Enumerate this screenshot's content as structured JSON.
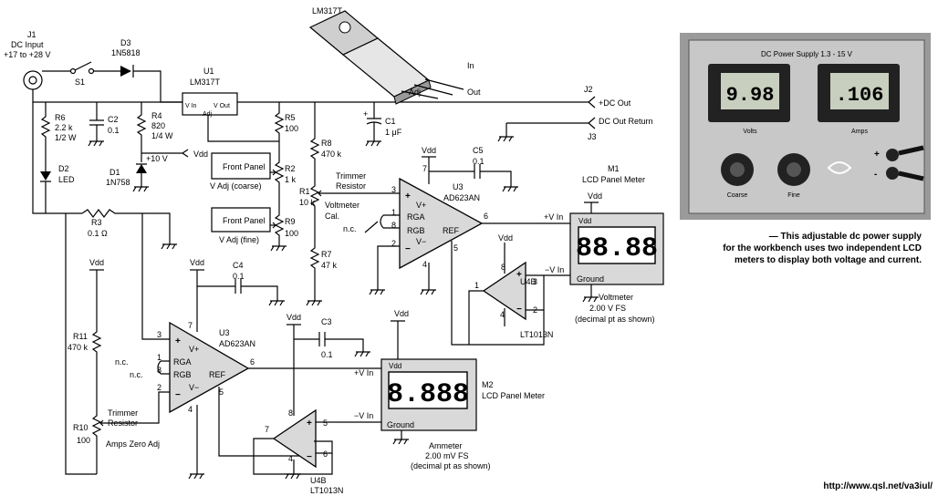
{
  "j1": {
    "ref": "J1",
    "name": "DC Input",
    "range": "+17 to +28 V"
  },
  "s1": "S1",
  "d3": {
    "ref": "D3",
    "part": "1N5818"
  },
  "u1": {
    "ref": "U1",
    "part": "LM317T",
    "vin": "V In",
    "vout": "V Out",
    "adj": "Adj"
  },
  "to220": {
    "title": "LM317T",
    "in": "In",
    "adj": "Adj",
    "out": "Out"
  },
  "j2": {
    "ref": "J2",
    "label": "+DC Out"
  },
  "j3": {
    "ref": "J3",
    "label": "DC Out Return"
  },
  "r6": {
    "ref": "R6",
    "v1": "2.2 k",
    "v2": "1/2 W"
  },
  "c2": {
    "ref": "C2",
    "v": "0.1"
  },
  "r4": {
    "ref": "R4",
    "v1": "820",
    "v2": "1/4 W"
  },
  "d1": {
    "ref": "D1",
    "part": "1N758"
  },
  "vdd_label": "Vdd",
  "plus10": "+10 V",
  "d2": {
    "ref": "D2",
    "part": "LED"
  },
  "r5": {
    "ref": "R5",
    "v": "100"
  },
  "c1": {
    "ref": "C1",
    "v": "1 μF"
  },
  "r8": {
    "ref": "R8",
    "v": "470 k"
  },
  "fp1": {
    "l1": "Front Panel",
    "l2": "V Adj (coarse)"
  },
  "r2": {
    "ref": "R2",
    "v": "1 k"
  },
  "fp2": {
    "l1": "Front Panel",
    "l2": "V Adj (fine)"
  },
  "r9": {
    "ref": "R9",
    "v": "100"
  },
  "r1": {
    "ref": "R1",
    "v": "10 k",
    "t1": "Trimmer",
    "t2": "Resistor",
    "t3": "Voltmeter",
    "t4": "Cal."
  },
  "r7": {
    "ref": "R7",
    "v": "47 k"
  },
  "r3": {
    "ref": "R3",
    "v": "0.1 Ω"
  },
  "u3a": {
    "ref": "U3",
    "part": "AD623AN",
    "vp": "V+",
    "vm": "V−",
    "rga": "RGA",
    "rgb": "RGB",
    "ref_pin": "REF",
    "nc": "n.c.",
    "pins": [
      "3",
      "1",
      "8",
      "2",
      "7",
      "4",
      "6",
      "5"
    ]
  },
  "c5": {
    "ref": "C5",
    "v": "0.1"
  },
  "m1": {
    "ref": "M1",
    "name": "LCD Panel Meter",
    "vin": "+V In",
    "vmin": "−V In",
    "gnd": "Ground",
    "display": "88.88",
    "fs1": "Voltmeter",
    "fs2": "2.00 V FS",
    "fs3": "(decimal pt as shown)"
  },
  "u4b_1": {
    "ref": "U4B",
    "part": "LT1013N",
    "pins": [
      "8",
      "3",
      "2",
      "1",
      "4"
    ]
  },
  "r11": {
    "ref": "R11",
    "v": "470 k"
  },
  "c4": {
    "ref": "C4",
    "v": "0.1"
  },
  "u3b": {
    "ref": "U3",
    "part": "AD623AN",
    "vp": "V+",
    "vm": "V−",
    "rga": "RGA",
    "rgb": "RGB",
    "ref_pin": "REF",
    "nc1": "n.c.",
    "nc2": "n.c.",
    "pins": [
      "3",
      "1",
      "8",
      "2",
      "7",
      "4",
      "6",
      "5"
    ]
  },
  "c3": {
    "ref": "C3",
    "v": "0.1"
  },
  "m2": {
    "ref": "M2",
    "name": "LCD Panel Meter",
    "vin": "+V In",
    "vmin": "−V In",
    "gnd": "Ground",
    "display": "8.888",
    "fs1": "Ammeter",
    "fs2": "2.00 mV FS",
    "fs3": "(decimal pt as shown)"
  },
  "u4b_2": {
    "ref": "U4B",
    "part": "LT1013N",
    "pins": [
      "8",
      "5",
      "6",
      "7",
      "4"
    ]
  },
  "r10": {
    "ref": "R10",
    "v": "100",
    "t1": "Trimmer",
    "t2": "Resistor",
    "t3": "Amps Zero Adj"
  },
  "photo": {
    "title": "DC Power Supply 1.3 - 15 V",
    "volts_val": "9.98",
    "amps_val": ".106",
    "volts": "Volts",
    "amps": "Amps",
    "coarse": "Coarse",
    "fine": "Fine",
    "plus": "+",
    "minus": "-"
  },
  "caption": [
    "— This adjustable dc power supply",
    "for the workbench uses two independent LCD",
    "meters to display both voltage and current."
  ],
  "url": "http://www.qsl.net/va3iul/"
}
